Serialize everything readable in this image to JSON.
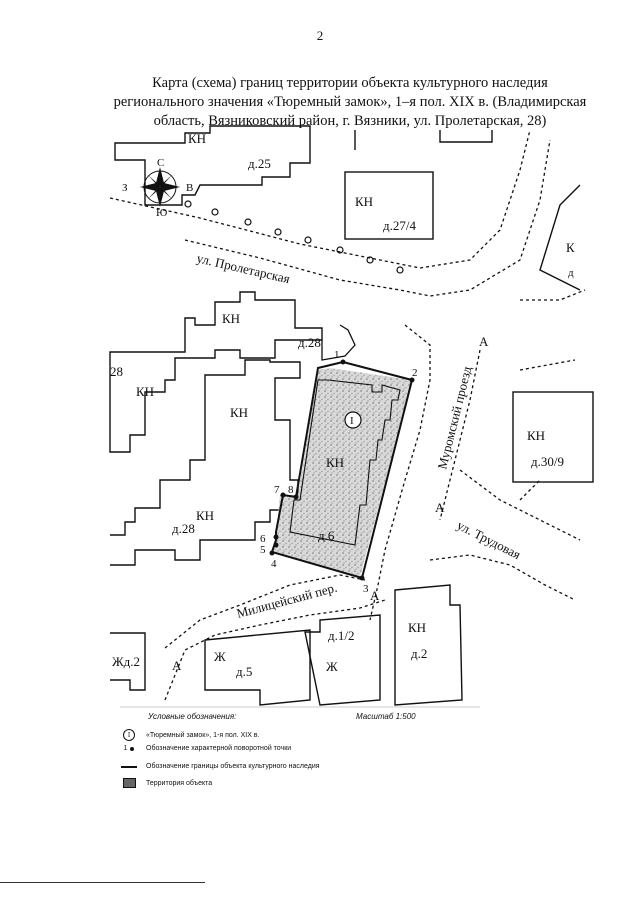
{
  "page_number": "2",
  "title_lines": [
    "Карта (схема) границ территории объекта культурного наследия",
    "регионального значения «Тюремный замок», 1–я пол. XIX в. (Владимирская",
    "область, Вязниковский район, г. Вязники, ул. Пролетарская, 28)"
  ],
  "compass": {
    "n": "С",
    "s": "Ю",
    "w": "З",
    "e": "В"
  },
  "labels": {
    "kn": "КН",
    "zh": "Ж",
    "a": "А",
    "roman_one": "I",
    "h25": "д.25",
    "h27_4": "д.27/4",
    "h28": "д.28",
    "h28_short": "28",
    "h6": "д.6",
    "h30_9": "д.30/9",
    "h5": "д.5",
    "h1_2": "д.1/2",
    "h2": "д.2",
    "zh_d2": "Жд.2",
    "k_edge": "К",
    "d_edge": "д"
  },
  "streets": {
    "proletarskaya": "ул. Пролетарская",
    "muromsky": "Муромский проезд",
    "trudovaya": "ул. Трудовая",
    "militseisky": "Милицейский пер."
  },
  "points": [
    "1",
    "2",
    "3",
    "4",
    "5",
    "6",
    "7",
    "8"
  ],
  "legend": {
    "title": "Условные обозначения:",
    "scale": "Масштаб 1:500",
    "items": [
      {
        "symbol": "I",
        "text": "«Тюремный замок», 1-я пол. XIX в."
      },
      {
        "symbol": "1",
        "text": "Обозначение характерной поворотной точки"
      },
      {
        "symbol": "line",
        "text": "Обозначение границы объекта культурного наследия"
      },
      {
        "symbol": "box",
        "text": "Территория объекта"
      }
    ]
  }
}
